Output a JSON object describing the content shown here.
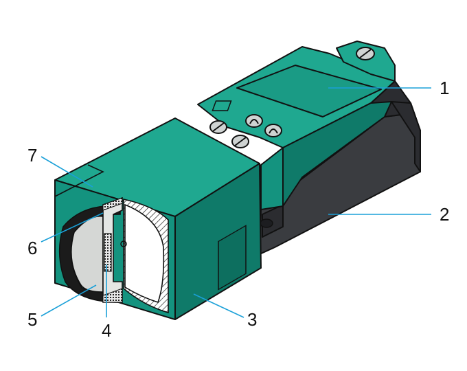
{
  "figure": {
    "description_colors": {
      "housing_green": "#14937f",
      "housing_green_dark": "#0f7a69",
      "housing_green_light": "#1fa890",
      "base_gray": "#3a3c40",
      "base_gray_dark": "#2b2c30",
      "insert_gray": "#d5d7d5",
      "leader_blue": "#1aa0d8"
    },
    "callouts": [
      {
        "id": "1",
        "label": "1"
      },
      {
        "id": "2",
        "label": "2"
      },
      {
        "id": "3",
        "label": "3"
      },
      {
        "id": "4",
        "label": "4"
      },
      {
        "id": "5",
        "label": "5"
      },
      {
        "id": "6",
        "label": "6"
      },
      {
        "id": "7",
        "label": "7"
      }
    ]
  }
}
